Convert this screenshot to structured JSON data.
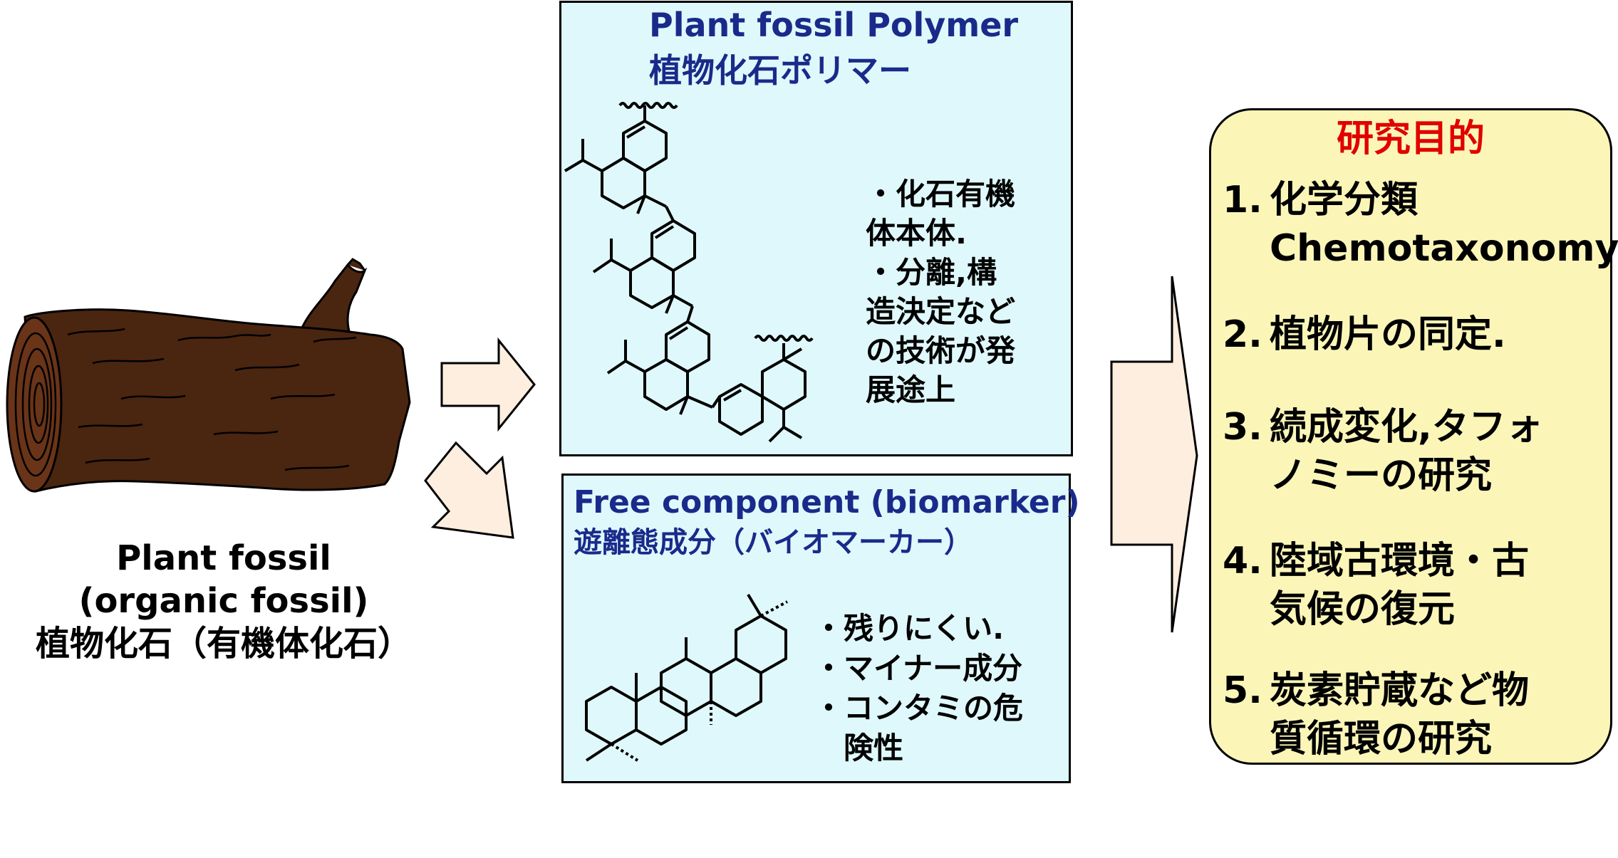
{
  "fossil": {
    "label_lines": [
      "Plant fossil",
      "(organic fossil)",
      "植物化石（有機体化石）"
    ],
    "wood_color": "#4a2510"
  },
  "polymer_panel": {
    "title_en": "Plant fossil Polymer",
    "title_ja": "植物化石ポリマー",
    "notes": [
      "・化石有機",
      "体本体.",
      "・分離,構",
      "造決定など",
      "の技術が発",
      "展途上"
    ],
    "bg_color": "#dff8fb"
  },
  "free_panel": {
    "title_en": "Free component (biomarker)",
    "title_ja": "遊離態成分（バイオマーカー）",
    "notes": [
      "・残りにくい.",
      "・マイナー成分",
      "・コンタミの危",
      "　険性"
    ]
  },
  "purpose": {
    "title": "研究目的",
    "items": [
      {
        "num": "1.",
        "line1": "化学分類",
        "line2": "Chemotaxonomy"
      },
      {
        "num": "2.",
        "line1": "植物片の同定.",
        "line2": ""
      },
      {
        "num": "3.",
        "line1": "続成変化,タフォ",
        "line2": "ノミーの研究"
      },
      {
        "num": "4.",
        "line1": "陸域古環境・古",
        "line2": "気候の復元"
      },
      {
        "num": "5.",
        "line1": "炭素貯蔵など物",
        "line2": "質循環の研究"
      }
    ],
    "title_color": "#e00000",
    "bg_color": "#fbf6b8"
  },
  "arrow_color": "#fdeee0"
}
